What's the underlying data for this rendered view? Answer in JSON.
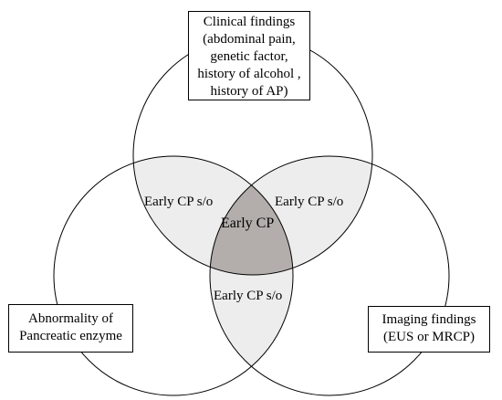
{
  "colors": {
    "pair_overlap": "#ededed",
    "triple_overlap": "#b3aeab",
    "stroke": "#000000",
    "background": "#ffffff"
  },
  "sets": {
    "clinical": {
      "lines": [
        "Clinical findings",
        "(abdominal pain,",
        "genetic factor,",
        "history of alcohol ,",
        "history of AP)"
      ]
    },
    "enzyme": {
      "lines": [
        "Abnormality of",
        "Pancreatic enzyme"
      ]
    },
    "imaging": {
      "lines": [
        "Imaging findings",
        "(EUS or MRCP)"
      ]
    }
  },
  "regions": {
    "clinical_enzyme": "Early CP s/o",
    "clinical_imaging": "Early CP s/o",
    "enzyme_imaging": "Early CP s/o",
    "all_three": "Early CP"
  }
}
